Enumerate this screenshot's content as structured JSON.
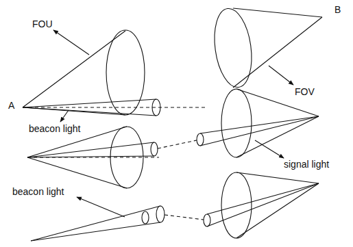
{
  "diagram": {
    "labels": [
      "A",
      "FOU",
      "beacon light",
      "B",
      "FOV",
      "signal light",
      "beacon light"
    ]
  }
}
